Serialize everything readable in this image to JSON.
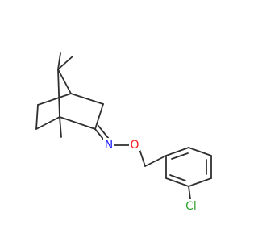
{
  "molecule": {
    "atoms": {
      "N": {
        "label": "N",
        "color": "#1f1fff"
      },
      "O": {
        "label": "O",
        "color": "#ff1f1f"
      },
      "Cl": {
        "label": "Cl",
        "color": "#2ea32e"
      }
    },
    "bond_color": "#2f2f2f",
    "background": "#ffffff"
  }
}
